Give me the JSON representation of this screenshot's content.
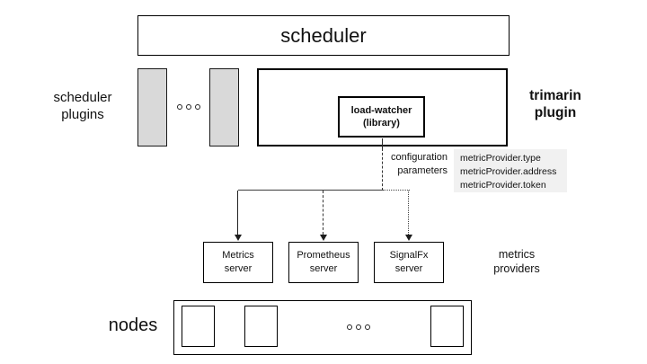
{
  "colors": {
    "plugin_slot_fill": "#d9d9d9",
    "params_background": "#f1f1f1",
    "line": "#3c3c3c"
  },
  "scheduler": {
    "label": "scheduler"
  },
  "scheduler_plugins": {
    "line1": "scheduler",
    "line2": "plugins"
  },
  "trimarin": {
    "line1": "trimarin",
    "line2": "plugin"
  },
  "load_watcher": {
    "line1": "load-watcher",
    "line2": "(library)"
  },
  "config": {
    "line1": "configuration",
    "line2": "parameters",
    "params": [
      "metricProvider.type",
      "metricProvider.address",
      "metricProvider.token"
    ]
  },
  "providers": {
    "label1": "metrics",
    "label2": "providers",
    "boxes": [
      {
        "line1": "Metrics",
        "line2": "server"
      },
      {
        "line1": "Prometheus",
        "line2": "server"
      },
      {
        "line1": "SignalFx",
        "line2": "server"
      }
    ]
  },
  "nodes": {
    "label": "nodes"
  }
}
